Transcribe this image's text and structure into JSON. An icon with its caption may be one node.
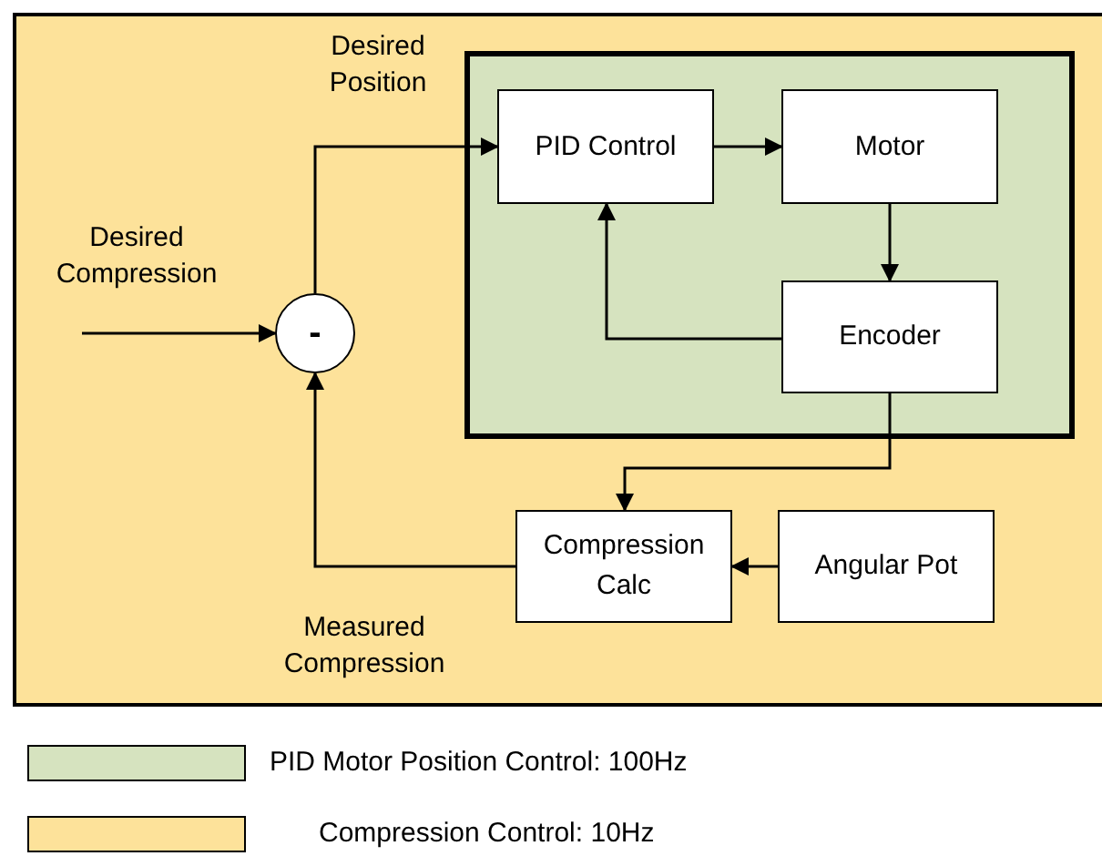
{
  "diagram": {
    "nodes": [
      {
        "text": [],
        "shape": "box"
      },
      {
        "text": [],
        "shape": "box",
        "in": 0
      },
      {
        "text": [
          "PID Control"
        ],
        "in": 1
      },
      {
        "text": [
          "Motor"
        ],
        "in": 1
      },
      {
        "text": [
          "Encoder"
        ],
        "in": 1
      },
      {
        "text": [
          "-"
        ],
        "in": 0
      },
      {
        "text": [
          "Compression Calc"
        ],
        "in": 0
      },
      {
        "text": [
          "Angular Pot"
        ],
        "in": 0
      }
    ],
    "edges": [
      {
        "from": null,
        "to": 5,
        "arrow": "to",
        "label": "Desired Compression"
      },
      {
        "from": 5,
        "to": 2,
        "arrow": "to",
        "label": "Desired Position"
      },
      {
        "from": 2,
        "to": 3,
        "arrow": "to"
      },
      {
        "from": 3,
        "to": 4,
        "arrow": "to"
      },
      {
        "from": 4,
        "to": 2,
        "arrow": "to"
      },
      {
        "from": 4,
        "to": 6,
        "arrow": "to"
      },
      {
        "from": 7,
        "to": 6,
        "arrow": "to"
      },
      {
        "from": 6,
        "to": 5,
        "arrow": "to",
        "label": "Measured Compression"
      }
    ],
    "legend": [
      {
        "text": "PID Motor Position Control: 100Hz",
        "color": "#d6e3bf"
      },
      {
        "text": "Compression Control: 10Hz",
        "color": "#fde29a"
      }
    ]
  }
}
